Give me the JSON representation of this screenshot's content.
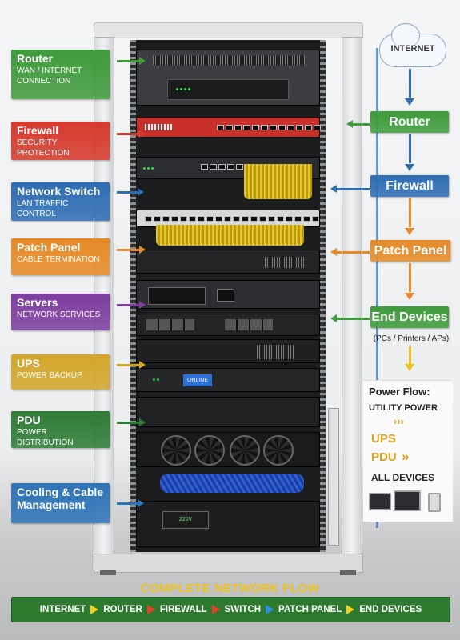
{
  "left_labels": [
    {
      "title": "Router",
      "sub": "WAN / INTERNET CONNECTION",
      "color": "#3f9b3c"
    },
    {
      "title": "Firewall",
      "sub": "SECURITY PROTECTION",
      "color": "#d63a2c"
    },
    {
      "title": "Network Switch",
      "sub": "LAN TRAFFIC CONTROL",
      "color": "#2e6db3"
    },
    {
      "title": "Patch Panel",
      "sub": "CABLE TERMINATION",
      "color": "#e68a27"
    },
    {
      "title": "Servers",
      "sub": "NETWORK SERVICES",
      "color": "#7e3ea0"
    },
    {
      "title": "UPS",
      "sub": "POWER BACKUP",
      "color": "#d4a62a"
    },
    {
      "title": "PDU",
      "sub": "POWER DISTRIBUTION",
      "color": "#2e7c36"
    },
    {
      "title": "Cooling & Cable Management",
      "sub": "",
      "color": "#2f74b6"
    }
  ],
  "network_flow": {
    "cloud": "INTERNET",
    "steps": [
      {
        "label": "Router",
        "color": "#3f9b3c"
      },
      {
        "label": "Firewall",
        "color": "#2e6db3"
      },
      {
        "label": "Patch Panel",
        "color": "#e68a27"
      },
      {
        "label": "End Devices",
        "color": "#3f9b3c"
      }
    ],
    "end_devices_note": "(PCs / Printers / APs)"
  },
  "power_flow": {
    "title": "Power Flow:",
    "source": "UTILITY POWER",
    "chev": "›››",
    "ups": "UPS",
    "pdu": "PDU",
    "pdu_chev": "»",
    "all": "ALL DEVICES"
  },
  "rack": {
    "ups_display": "ONLINE",
    "device_display": "220V"
  },
  "bottom": {
    "title": "COMPLETE NETWORK FLOW",
    "items": [
      "INTERNET",
      "ROUTER",
      "FIREWALL",
      "SWITCH",
      "PATCH PANEL",
      "END DEVICES"
    ],
    "arrow_colors": [
      "#f2d01c",
      "#e0432f",
      "#e0432f",
      "#2f8fe0",
      "#f2d01c"
    ]
  },
  "colors": {
    "accent_blue": "#2e6db3",
    "accent_orange": "#e68a27",
    "gold": "#f2c21e"
  }
}
